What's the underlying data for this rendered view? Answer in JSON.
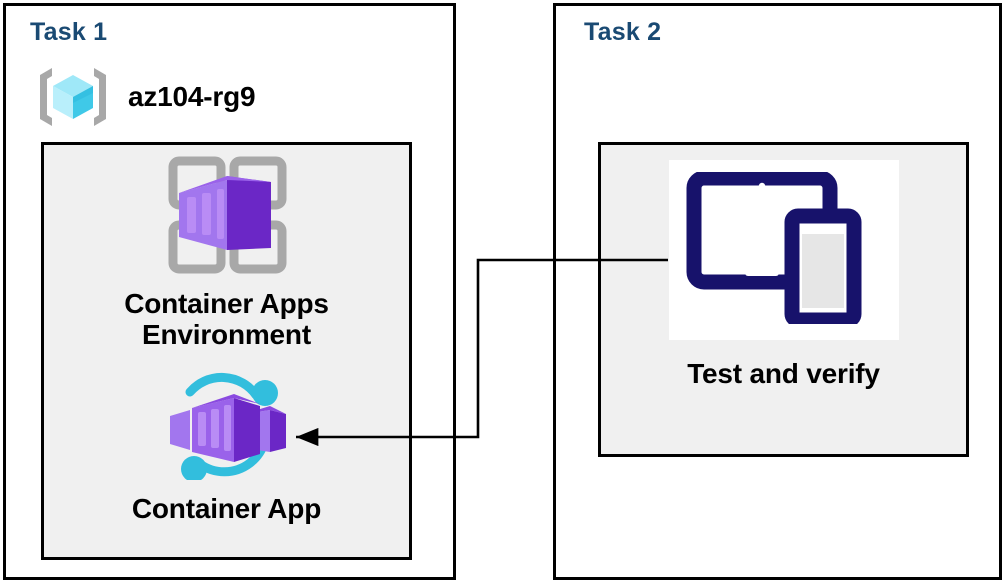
{
  "diagram": {
    "title": "Azure Container Apps lab diagram",
    "background_color": "#ffffff",
    "panel_border_color": "#000000",
    "panel_title_color": "#1a4a73",
    "inner_box_fill": "#f0f0f0",
    "connector_color": "#000000"
  },
  "task1": {
    "title": "Task 1",
    "resource_group": {
      "label": "az104-rg9",
      "icon": "resource-group-icon",
      "icon_colors": {
        "bracket": "#a0a0a0",
        "cube_light": "#9fe8f8",
        "cube_mid": "#4cd2ee",
        "cube_dark": "#2bb8dd"
      }
    },
    "nodes": [
      {
        "id": "container-apps-environment",
        "caption": "Container Apps\nEnvironment",
        "icon": "container-apps-environment-icon",
        "icon_colors": {
          "frame": "#a0a0a0",
          "box_light": "#a276ee",
          "box_mid": "#8a4ae0",
          "box_dark": "#6b27c6"
        }
      },
      {
        "id": "container-app",
        "caption": "Container App",
        "icon": "container-app-icon",
        "icon_colors": {
          "ring": "#32bedd",
          "box_light": "#a276ee",
          "box_mid": "#8a4ae0",
          "box_dark": "#6b27c6"
        }
      }
    ]
  },
  "task2": {
    "title": "Task 2",
    "nodes": [
      {
        "id": "test-and-verify",
        "caption": "Test and verify",
        "icon": "devices-test-icon",
        "icon_colors": {
          "device_outline": "#17126b",
          "phone_screen": "#e6e6e6",
          "plate": "#ffffff"
        }
      }
    ]
  },
  "connector": {
    "from": "test-and-verify",
    "to": "container-app",
    "arrow_direction": "right-to-left",
    "style": "orthogonal-elbow"
  }
}
